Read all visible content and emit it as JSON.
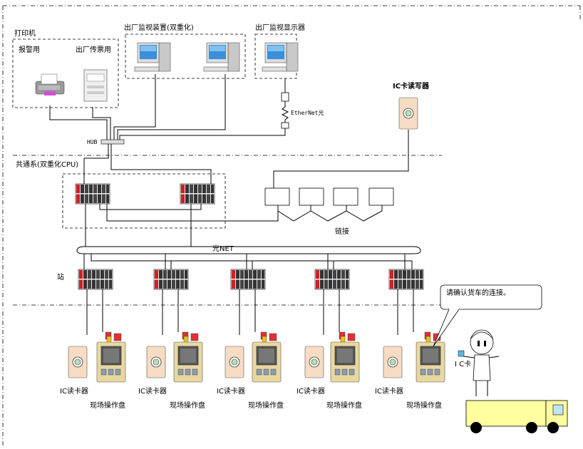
{
  "labels": {
    "printer": "打印机",
    "alarm": "报警用",
    "ticket": "出厂传票用",
    "monitor_dual": "出厂监视装置(双重化)",
    "monitor_display": "出厂监视显示器",
    "ic_writer": "IC卡读写器",
    "ethernet": "EtherNet光",
    "hub": "HUB",
    "common": "共通系(双重化CPU)",
    "link": "链接",
    "optical_net": "光NET",
    "station": "站",
    "bubble": "请确认货车的连接。",
    "ic_card": "I C卡"
  },
  "field_units": [
    {
      "reader": "IC读卡器",
      "panel": "现场操作盘"
    },
    {
      "reader": "IC读卡器",
      "panel": "现场操作盘"
    },
    {
      "reader": "IC读卡器",
      "panel": "现场操作盘"
    },
    {
      "reader": "IC读卡器",
      "panel": "现场操作盘"
    },
    {
      "reader": "IC读卡器",
      "panel": "现场操作盘"
    }
  ]
}
